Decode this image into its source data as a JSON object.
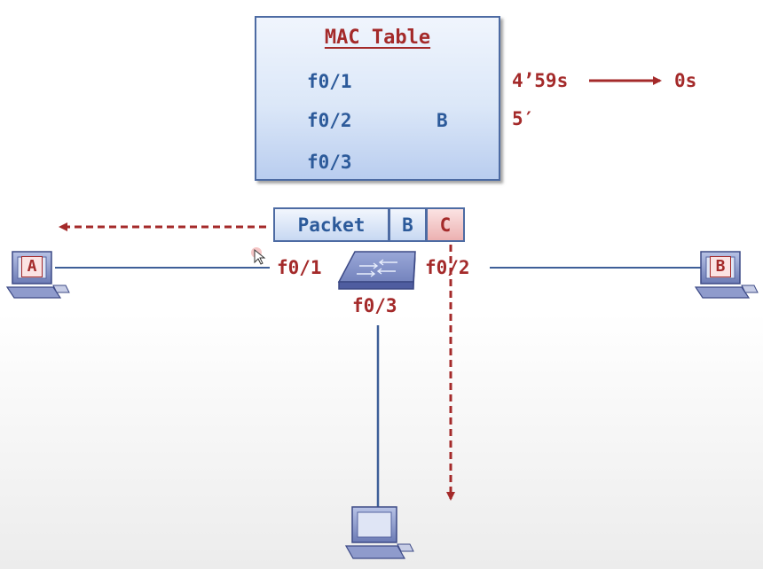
{
  "mac_table": {
    "title": "MAC Table",
    "ports": [
      "f0/1",
      "f0/2",
      "f0/3"
    ],
    "entry_mac": "B",
    "entry_timer": "5′"
  },
  "aging": {
    "from": "4’59s",
    "to": "0s"
  },
  "packet": {
    "label": "Packet",
    "dst": "B",
    "src": "C"
  },
  "hosts": {
    "left": "A",
    "right": "B"
  },
  "switch_ports": {
    "left": "f0/1",
    "right": "f0/2",
    "bottom": "f0/3"
  },
  "colors": {
    "blue": "#2c5a9a",
    "red": "#a42a2a",
    "line": "#3e5f98"
  }
}
